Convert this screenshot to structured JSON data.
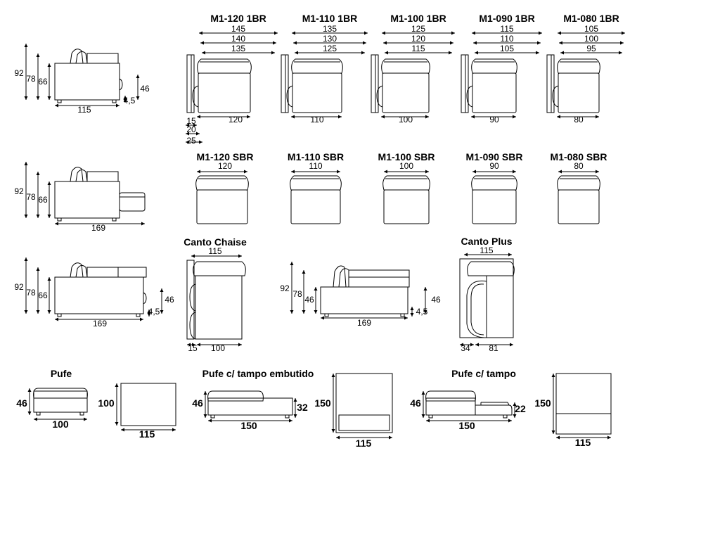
{
  "side_views": {
    "h_total": "92",
    "h_seat_back": "78",
    "h_seat": "66",
    "arm_height": "46",
    "foot": "4,5",
    "width_short": "115",
    "width_long": "169"
  },
  "br_modules": [
    {
      "title": "M1-120 1BR",
      "dims": [
        "145",
        "140",
        "135"
      ],
      "bottom": "120"
    },
    {
      "title": "M1-110 1BR",
      "dims": [
        "135",
        "130",
        "125"
      ],
      "bottom": "110"
    },
    {
      "title": "M1-100 1BR",
      "dims": [
        "125",
        "120",
        "115"
      ],
      "bottom": "100"
    },
    {
      "title": "M1-090 1BR",
      "dims": [
        "115",
        "110",
        "105"
      ],
      "bottom": "90"
    },
    {
      "title": "M1-080 1BR",
      "dims": [
        "105",
        "100",
        "95"
      ],
      "bottom": "80"
    }
  ],
  "br_arm_widths": [
    "15",
    "20",
    "25"
  ],
  "sbr_modules": [
    {
      "title": "M1-120 SBR",
      "width": "120"
    },
    {
      "title": "M1-110 SBR",
      "width": "110"
    },
    {
      "title": "M1-100 SBR",
      "width": "100"
    },
    {
      "title": "M1-090 SBR",
      "width": "90"
    },
    {
      "title": "M1-080 SBR",
      "width": "80"
    }
  ],
  "canto_chaise": {
    "title": "Canto Chaise",
    "width": "115",
    "arm": "15",
    "seat": "100"
  },
  "canto_plus": {
    "title": "Canto Plus",
    "width": "115",
    "arm": "34",
    "seat": "81"
  },
  "chaise_side": {
    "h_total": "92",
    "h_back": "78",
    "h_seat": "46",
    "arm_height": "46",
    "foot": "4,5",
    "width": "169"
  },
  "pufe": {
    "title": "Pufe",
    "height": "46",
    "depth": "100",
    "width": "100",
    "top_width": "115"
  },
  "pufe_embutido": {
    "title": "Pufe c/ tampo embutido",
    "height": "46",
    "low_height": "32",
    "length": "150",
    "top_height": "150",
    "top_width": "115"
  },
  "pufe_tampo": {
    "title": "Pufe c/ tampo",
    "height": "46",
    "low_height": "22",
    "length": "150",
    "top_height": "150",
    "top_width": "115"
  }
}
